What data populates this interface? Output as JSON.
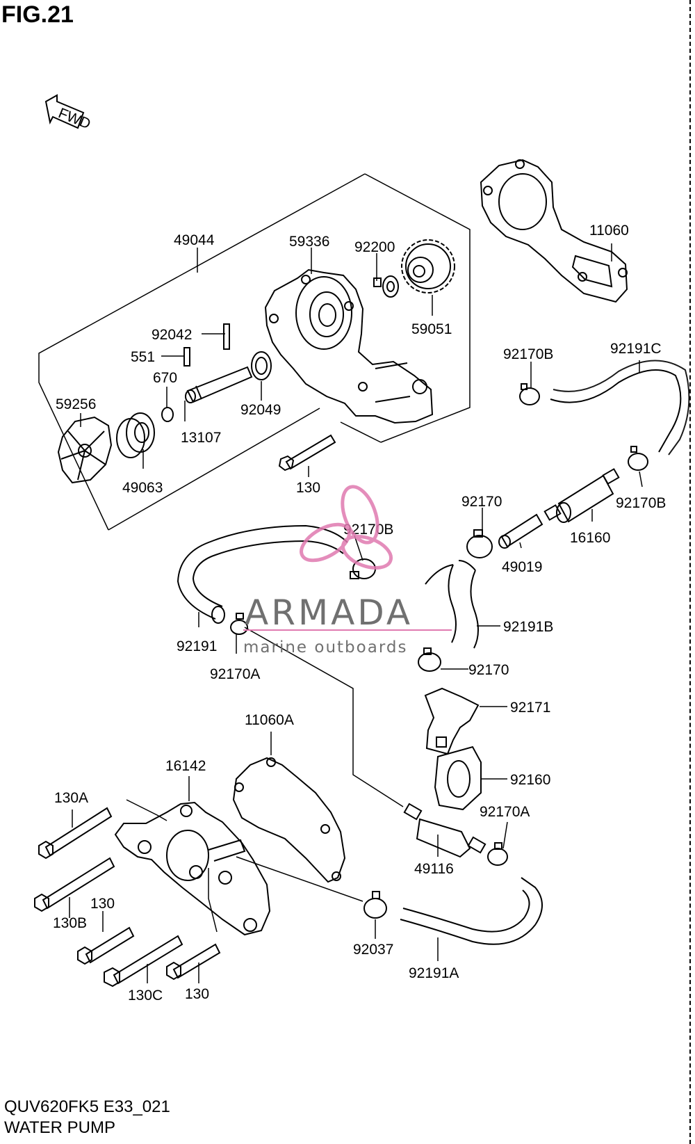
{
  "figure": {
    "title": "FIG.21",
    "model_code": "QUV620FK5 E33_021",
    "section_name": "WATER PUMP",
    "direction_label": "FWD"
  },
  "watermark": {
    "brand": "ARMADA",
    "tagline": "marine outboards",
    "color": "#e07ab0"
  },
  "parts": [
    "49044",
    "59336",
    "92200",
    "11060",
    "92042",
    "551",
    "670",
    "59256",
    "13107",
    "92049",
    "59051",
    "92170B",
    "92191C",
    "49063",
    "130",
    "92170",
    "92170B",
    "92170B",
    "16160",
    "49019",
    "92191B",
    "92191",
    "92170A",
    "92170",
    "92171",
    "11060A",
    "16142",
    "92160",
    "130A",
    "92170A",
    "49116",
    "130",
    "130B",
    "92037",
    "92191A",
    "130C",
    "130"
  ]
}
